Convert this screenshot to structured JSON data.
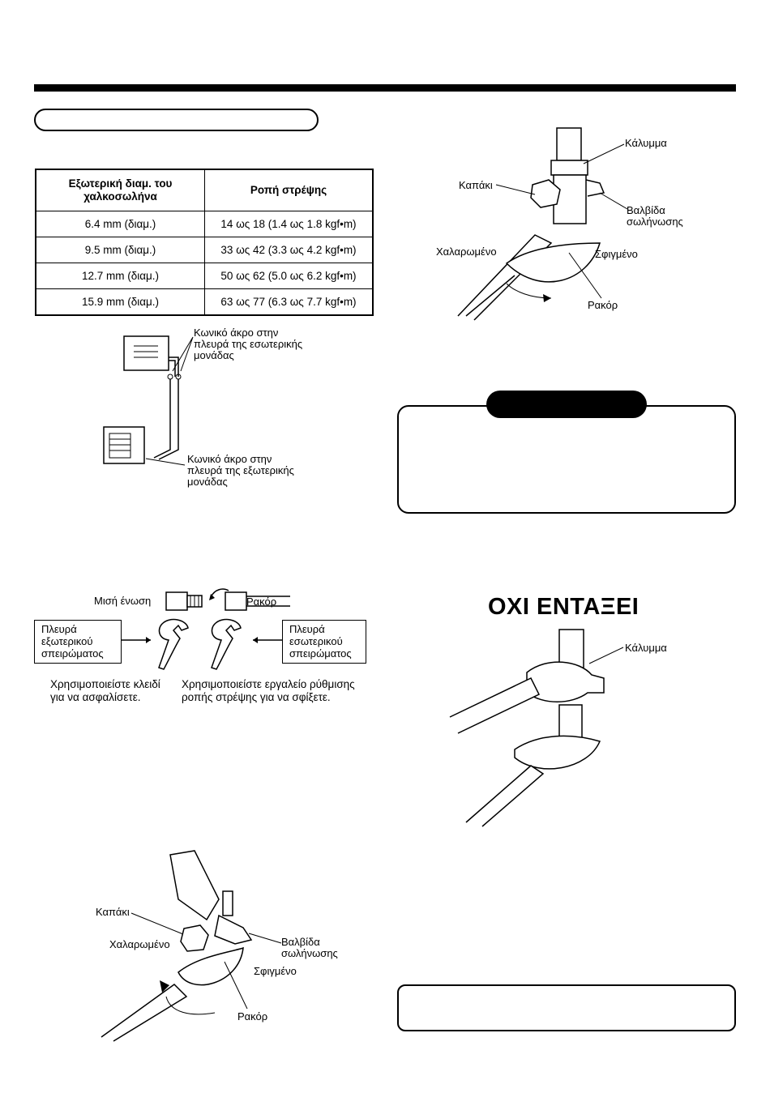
{
  "table": {
    "headers": [
      "Εξωτερική διαμ. του\nχαλκοσωλήνα",
      "Ροπή στρέψης"
    ],
    "rows": [
      [
        "6.4 mm (διαμ.)",
        "14 ως 18 (1.4 ως 1.8 kgf•m)"
      ],
      [
        "9.5 mm (διαμ.)",
        "33 ως 42 (3.3 ως 4.2 kgf•m)"
      ],
      [
        "12.7 mm (διαμ.)",
        "50 ως 62 (5.0 ως 6.2 kgf•m)"
      ],
      [
        "15.9 mm (διαμ.)",
        "63 ως 77 (6.3 ως 7.7 kgf•m)"
      ]
    ]
  },
  "fig_units": {
    "indoor_flare": "Κωνικό άκρο στην\nπλευρά της εσωτερικής\nμονάδας",
    "outdoor_flare": "Κωνικό άκρο στην\nπλευρά της εξωτερικής\nμονάδας"
  },
  "fig_valve_top": {
    "cap_cover": "Κάλυμμα",
    "cap": "Καπάκι",
    "valve": "Βαλβίδα\nσωλήνωσης",
    "loosen": "Χαλαρωμένο",
    "tighten": "Σφιγμένο",
    "flare_nut": "Ρακόρ"
  },
  "fig_wrench": {
    "half_union": "Μισή ένωση",
    "flare_nut": "Ρακόρ",
    "outside_left": "Πλευρά\nεξωτερικού\nσπειρώματος",
    "outside_right": "Πλευρά\nεσωτερικού\nσπειρώματος",
    "use_wrench": "Χρησιμοποιείστε κλειδί\nγια να ασφαλίσετε.",
    "use_torque": "Χρησιμοποιείστε εργαλείο ρύθμισης\nροπής στρέψης για να σφίξετε."
  },
  "not_ok": {
    "title": "ΟΧΙ ΕΝΤΑΞΕΙ",
    "cap_cover": "Κάλυμμα"
  },
  "fig_valve_bottom": {
    "cap": "Καπάκι",
    "loosen": "Χαλαρωμένο",
    "valve": "Βαλβίδα\nσωλήνωσης",
    "tighten": "Σφιγμένο",
    "flare_nut": "Ρακόρ"
  }
}
